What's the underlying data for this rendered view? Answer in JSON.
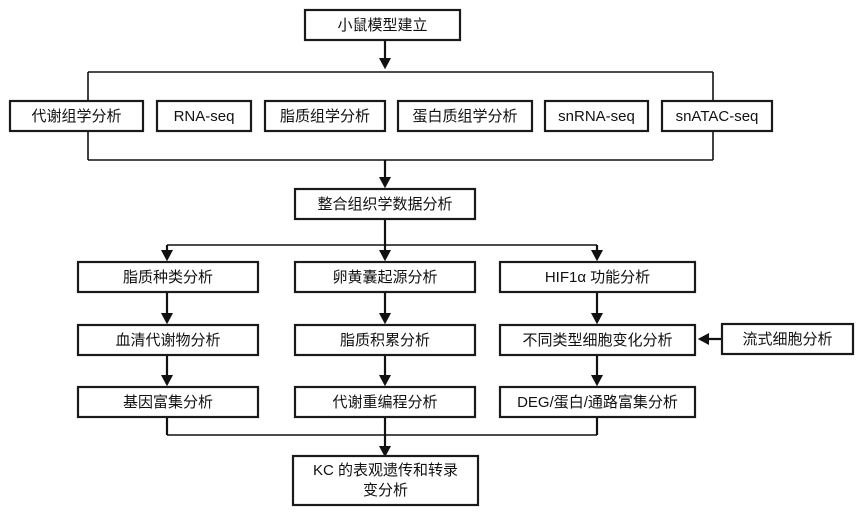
{
  "diagram": {
    "title_node": {
      "id": "model",
      "label": "小鼠模型建立"
    },
    "omics_row": {
      "items": [
        {
          "id": "metabolomics",
          "label": "代谢组学分析"
        },
        {
          "id": "rnaseq",
          "label": "RNA-seq"
        },
        {
          "id": "lipidomics",
          "label": "脂质组学分析"
        },
        {
          "id": "proteomics",
          "label": "蛋白质组学分析"
        },
        {
          "id": "snrnaseq",
          "label": "snRNA-seq"
        },
        {
          "id": "snatacseq",
          "label": "snATAC-seq"
        }
      ]
    },
    "integration_node": {
      "id": "integration",
      "label": "整合组织学数据分析"
    },
    "columns": [
      {
        "id": "col-lipid",
        "steps": [
          {
            "id": "lipid-species",
            "label": "脂质种类分析"
          },
          {
            "id": "serum-metabolite",
            "label": "血清代谢物分析"
          },
          {
            "id": "gene-enrichment",
            "label": "基因富集分析"
          }
        ]
      },
      {
        "id": "col-yolk",
        "steps": [
          {
            "id": "yolk-origin",
            "label": "卵黄囊起源分析"
          },
          {
            "id": "lipid-accumulation",
            "label": "脂质积累分析"
          },
          {
            "id": "metabolic-reprogramming",
            "label": "代谢重编程分析"
          }
        ]
      },
      {
        "id": "col-hif1a",
        "steps": [
          {
            "id": "hif1a-function",
            "label": "HIF1α 功能分析"
          },
          {
            "id": "cell-type-change",
            "label": "不同类型细胞变化分析"
          },
          {
            "id": "deg-protein-pathway",
            "label": "DEG/蛋白/通路富集分析"
          }
        ]
      }
    ],
    "side_node": {
      "id": "flow-cytometry",
      "label": "流式细胞分析"
    },
    "final_node": {
      "id": "kc-epigenetics",
      "line1": "KC 的表观遗传和转录",
      "line2": "变分析"
    },
    "colors": {
      "background": "#ffffff",
      "box_fill": "#ffffff",
      "box_stroke": "#1a1a1a",
      "edge_stroke": "#111111",
      "text": "#111111"
    }
  }
}
